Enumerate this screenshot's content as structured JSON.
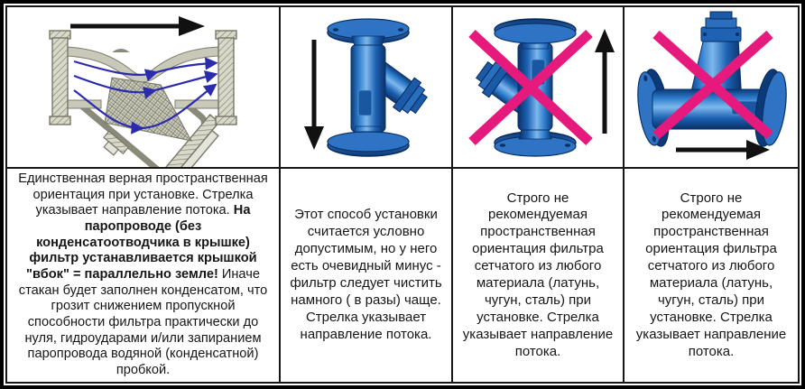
{
  "subject_images": {
    "col1": "y-strainer-cutaway-diagram-with-flow-lines",
    "col2": "blue-y-strainer-photo-vertical-flow-down",
    "col3": "blue-y-strainer-photo-vertical-flow-up-crossed-out",
    "col4": "blue-y-strainer-photo-horizontal-cap-up-crossed-out"
  },
  "icons": {
    "flow_arrow": "solid black arrow showing flow direction",
    "prohibition_cross": "magenta X cross over photo",
    "stream_lines": "blue curved flow lines with arrowheads"
  },
  "colors": {
    "border_black": "#000000",
    "valve_blue": "#1e62b4",
    "prohibition_pink": "#e61a7c",
    "flow_line_blue": "#2b2bad",
    "diagram_gray": "#c9c9ba"
  },
  "columns": [
    {
      "name": "correct-installation",
      "flow_arrow": "right",
      "prohibited": false,
      "text_intro": "Единственная верная пространственная ориентация при установке. Стрелка указывает направление потока. ",
      "text_bold": "На паропроводе (без конденсатоотводчика в крышке) фильтр устанавливается крышкой \"вбок\" = параллельно земле!",
      "text_rest": " Иначе стакан будет заполнен конденсатом, что грозит снижением пропускной способности фильтра практически до нуля, гидроударами и/или запиранием паропровода водяной (конденсатной) пробкой."
    },
    {
      "name": "conditionally-acceptable",
      "flow_arrow": "down",
      "prohibited": false,
      "text": "Этот способ установки считается условно допустимым, но у него есть очевидный минус - фильтр следует чистить намного ( в разы) чаще. Стрелка указывает направление потока."
    },
    {
      "name": "not-recommended-vertical",
      "flow_arrow": "up",
      "prohibited": true,
      "text": "Строго не рекомендуемая пространственная ориентация фильтра сетчатого из любого материала (латунь, чугун, сталь) при установке. Стрелка указывает направление потока."
    },
    {
      "name": "not-recommended-horizontal",
      "flow_arrow": "right",
      "prohibited": true,
      "text": "Строго не рекомендуемая пространственная ориентация фильтра сетчатого из любого материала (латунь, чугун, сталь) при установке. Стрелка указывает направление потока."
    }
  ]
}
